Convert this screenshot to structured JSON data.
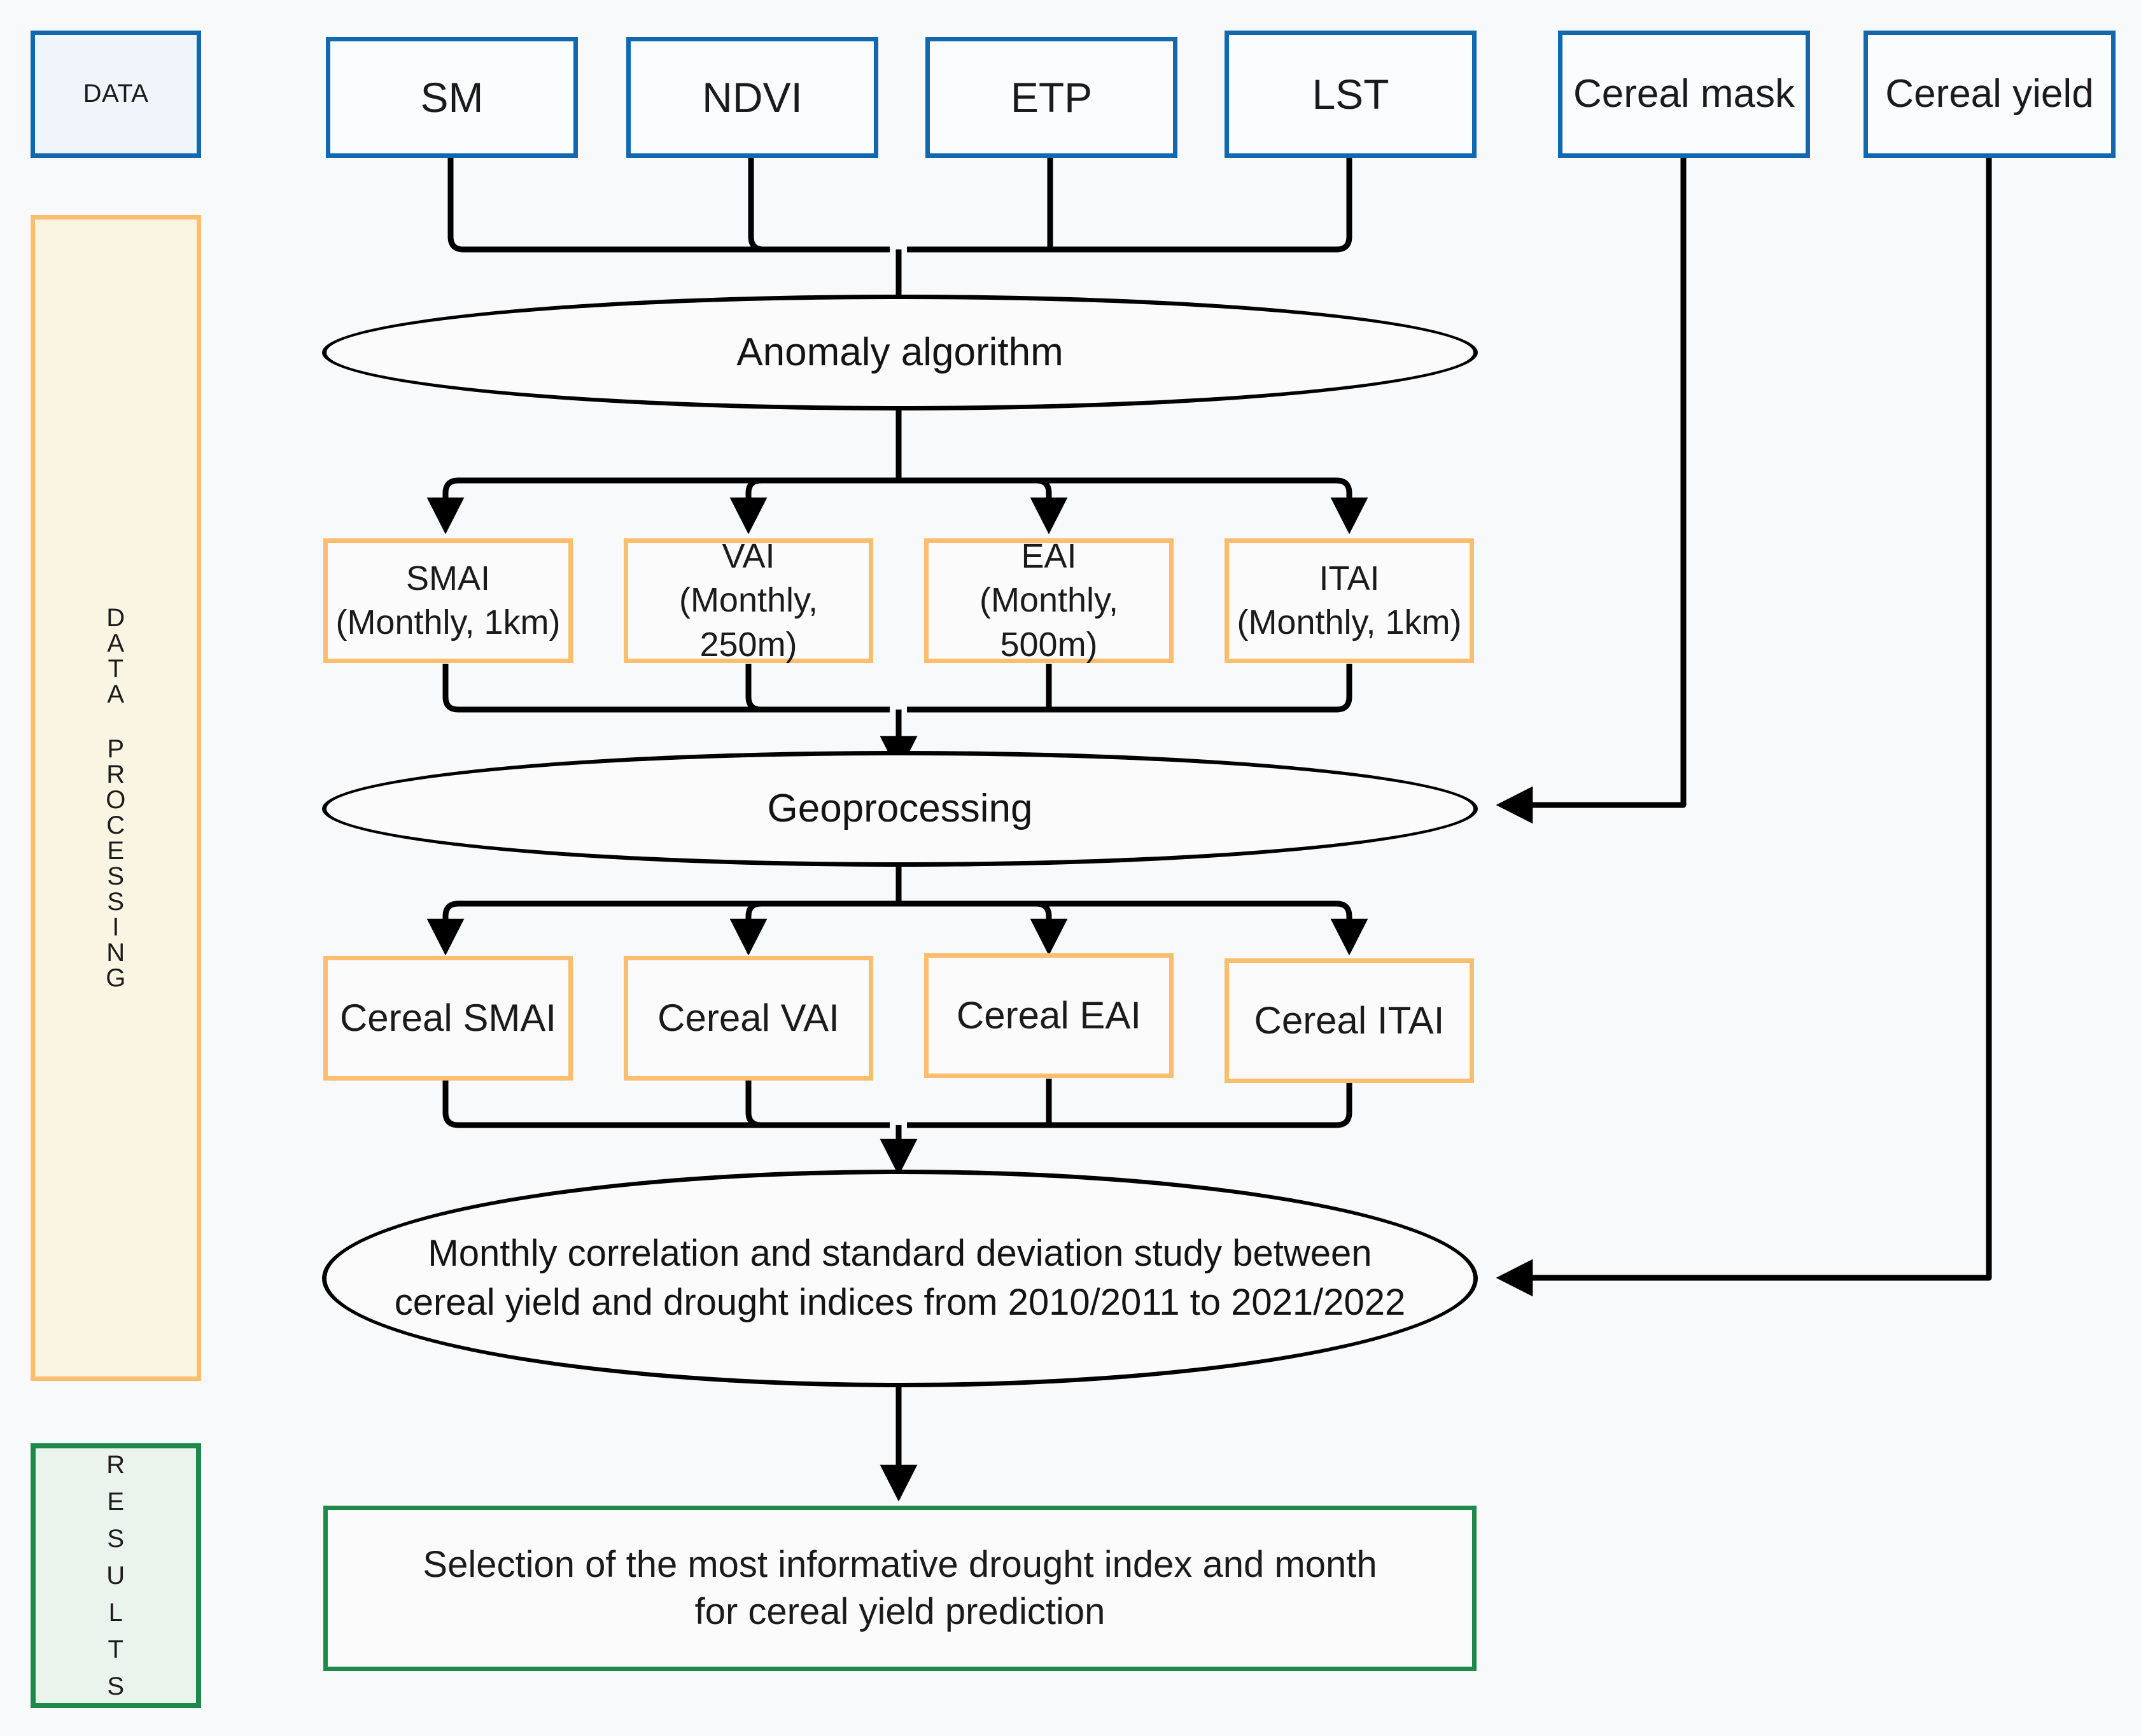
{
  "diagram": {
    "title_semantic": "drought-index-cereal-yield-workflow",
    "background_color": "#f8f9fa",
    "colors": {
      "data_blue": "#1168ae",
      "data_blue_fill": "#f0f5fc",
      "processing_orange": "#fbbd6e",
      "processing_band_fill": "#faf5e3",
      "results_green": "#21884b",
      "results_band_fill": "#eaf4ec",
      "connector_black": "#000000"
    }
  },
  "legend": {
    "data_label": "DATA",
    "processing_label_chars": [
      "D",
      "A",
      "T",
      "A",
      "",
      "P",
      "R",
      "O",
      "C",
      "E",
      "S",
      "S",
      "I",
      "N",
      "G"
    ],
    "processing_label": "DATA PROCESSING",
    "results_label_chars": [
      "R",
      "E",
      "S",
      "U",
      "L",
      "T",
      "S"
    ],
    "results_label": "RESULTS"
  },
  "inputs": {
    "remote_sensing": [
      {
        "label": "SM"
      },
      {
        "label": "NDVI"
      },
      {
        "label": "ETP"
      },
      {
        "label": "LST"
      }
    ],
    "ancillary": [
      {
        "label": "Cereal mask"
      },
      {
        "label": "Cereal yield"
      }
    ]
  },
  "processes": {
    "anomaly": "Anomaly algorithm",
    "geoprocessing": "Geoprocessing",
    "correlation_line1": "Monthly correlation and standard deviation study between",
    "correlation_line2": "cereal yield and drought indices from 2010/2011 to 2021/2022"
  },
  "indices": [
    {
      "name": "SMAI",
      "detail": "(Monthly, 1km)"
    },
    {
      "name": "VAI",
      "detail": "(Monthly, 250m)"
    },
    {
      "name": "EAI",
      "detail": "(Monthly, 500m)"
    },
    {
      "name": "ITAI",
      "detail": "(Monthly, 1km)"
    }
  ],
  "cereal_indices": [
    {
      "label": "Cereal SMAI"
    },
    {
      "label": "Cereal VAI"
    },
    {
      "label": "Cereal EAI"
    },
    {
      "label": "Cereal ITAI"
    }
  ],
  "results": {
    "line1": "Selection of the most informative drought index and month",
    "line2": "for cereal yield prediction"
  }
}
